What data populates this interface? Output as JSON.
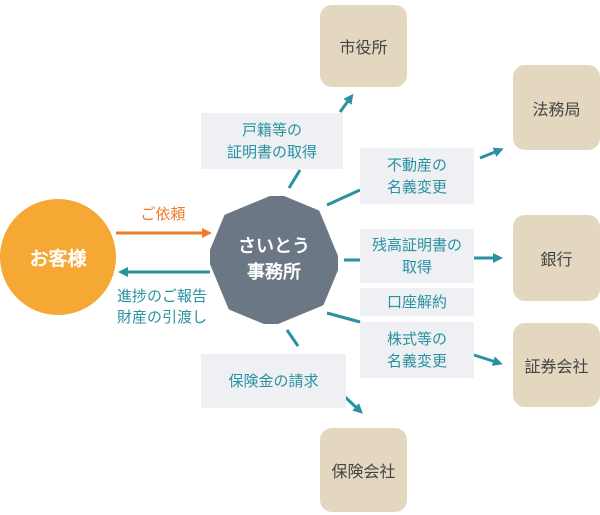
{
  "customer": "お客様",
  "hub": "さいとう\n事務所",
  "entities": {
    "city_hall": "市役所",
    "legal_bureau": "法務局",
    "bank": "銀行",
    "securities": "証券会社",
    "insurance": "保険会社"
  },
  "labels": {
    "request": "ご依頼",
    "report": "進捗のご報告\n財産の引渡し",
    "family_register": "戸籍等の\n証明書の取得",
    "real_estate": "不動産の\n名義変更",
    "balance_cert": "残高証明書の\n取得",
    "account_close": "口座解約",
    "stock_transfer": "株式等の\n名義変更",
    "insurance_claim": "保険金の請求"
  },
  "colors": {
    "customer": "#f5a833",
    "hub": "#6b7785",
    "entity_box": "#e3d7bf",
    "label_box": "#eef0f3",
    "teal": "#2a91a0",
    "orange": "#ef7a2a"
  }
}
